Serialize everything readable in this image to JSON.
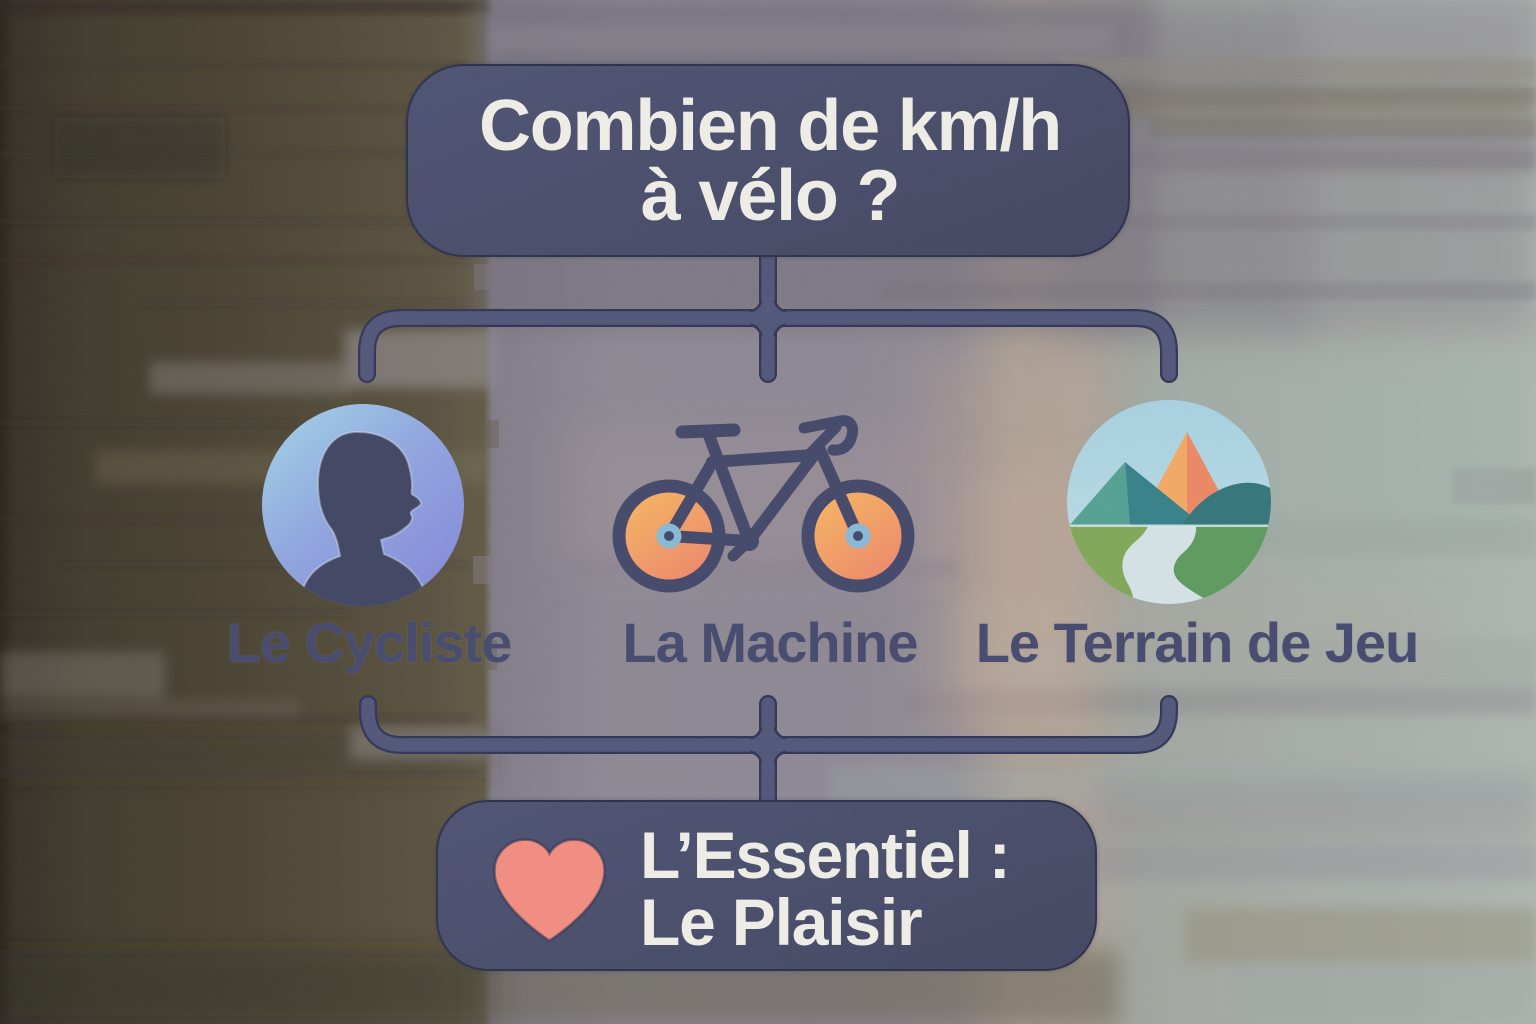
{
  "diagram": {
    "question_node": {
      "line1": "Combien de km/h",
      "line2": "à vélo ?"
    },
    "branch_nodes": [
      {
        "label": "Le Cycliste",
        "icon": "person-icon"
      },
      {
        "label": "La Machine",
        "icon": "bicycle-icon"
      },
      {
        "label": "Le Terrain de Jeu",
        "icon": "landscape-icon"
      }
    ],
    "conclusion_node": {
      "line1": "L’Essentiel :",
      "line2": "Le Plaisir",
      "icon": "heart-icon"
    }
  },
  "colors": {
    "node_fill": "#414665",
    "node_fill_light": "#484d6f",
    "node_fill_dark": "#3c405c",
    "node_border": "#272b4d",
    "connector": "#4c5176",
    "connector_edge": "#2a2e50",
    "title_text": "#f2f0e9",
    "label_text": "#3f4369",
    "heart": "#f48a7c",
    "wheel_start": "#f9b35d",
    "wheel_end": "#ef8566",
    "hub": "#84bad9",
    "frame": "#3e4265",
    "person_grad_start": "#9fd2e9",
    "person_grad_end": "#8084da",
    "silhouette": "#3a3f5e",
    "sky": "#a6d2e2",
    "mountain_left_a": "#4ea08f",
    "mountain_left_b": "#2f7e86",
    "peak_left": "#f7a75f",
    "peak_right": "#ee8561",
    "hill_right": "#2d7176",
    "ground_left": "#7ca653",
    "ground_right": "#58985a",
    "river": "#d6e4e8"
  }
}
